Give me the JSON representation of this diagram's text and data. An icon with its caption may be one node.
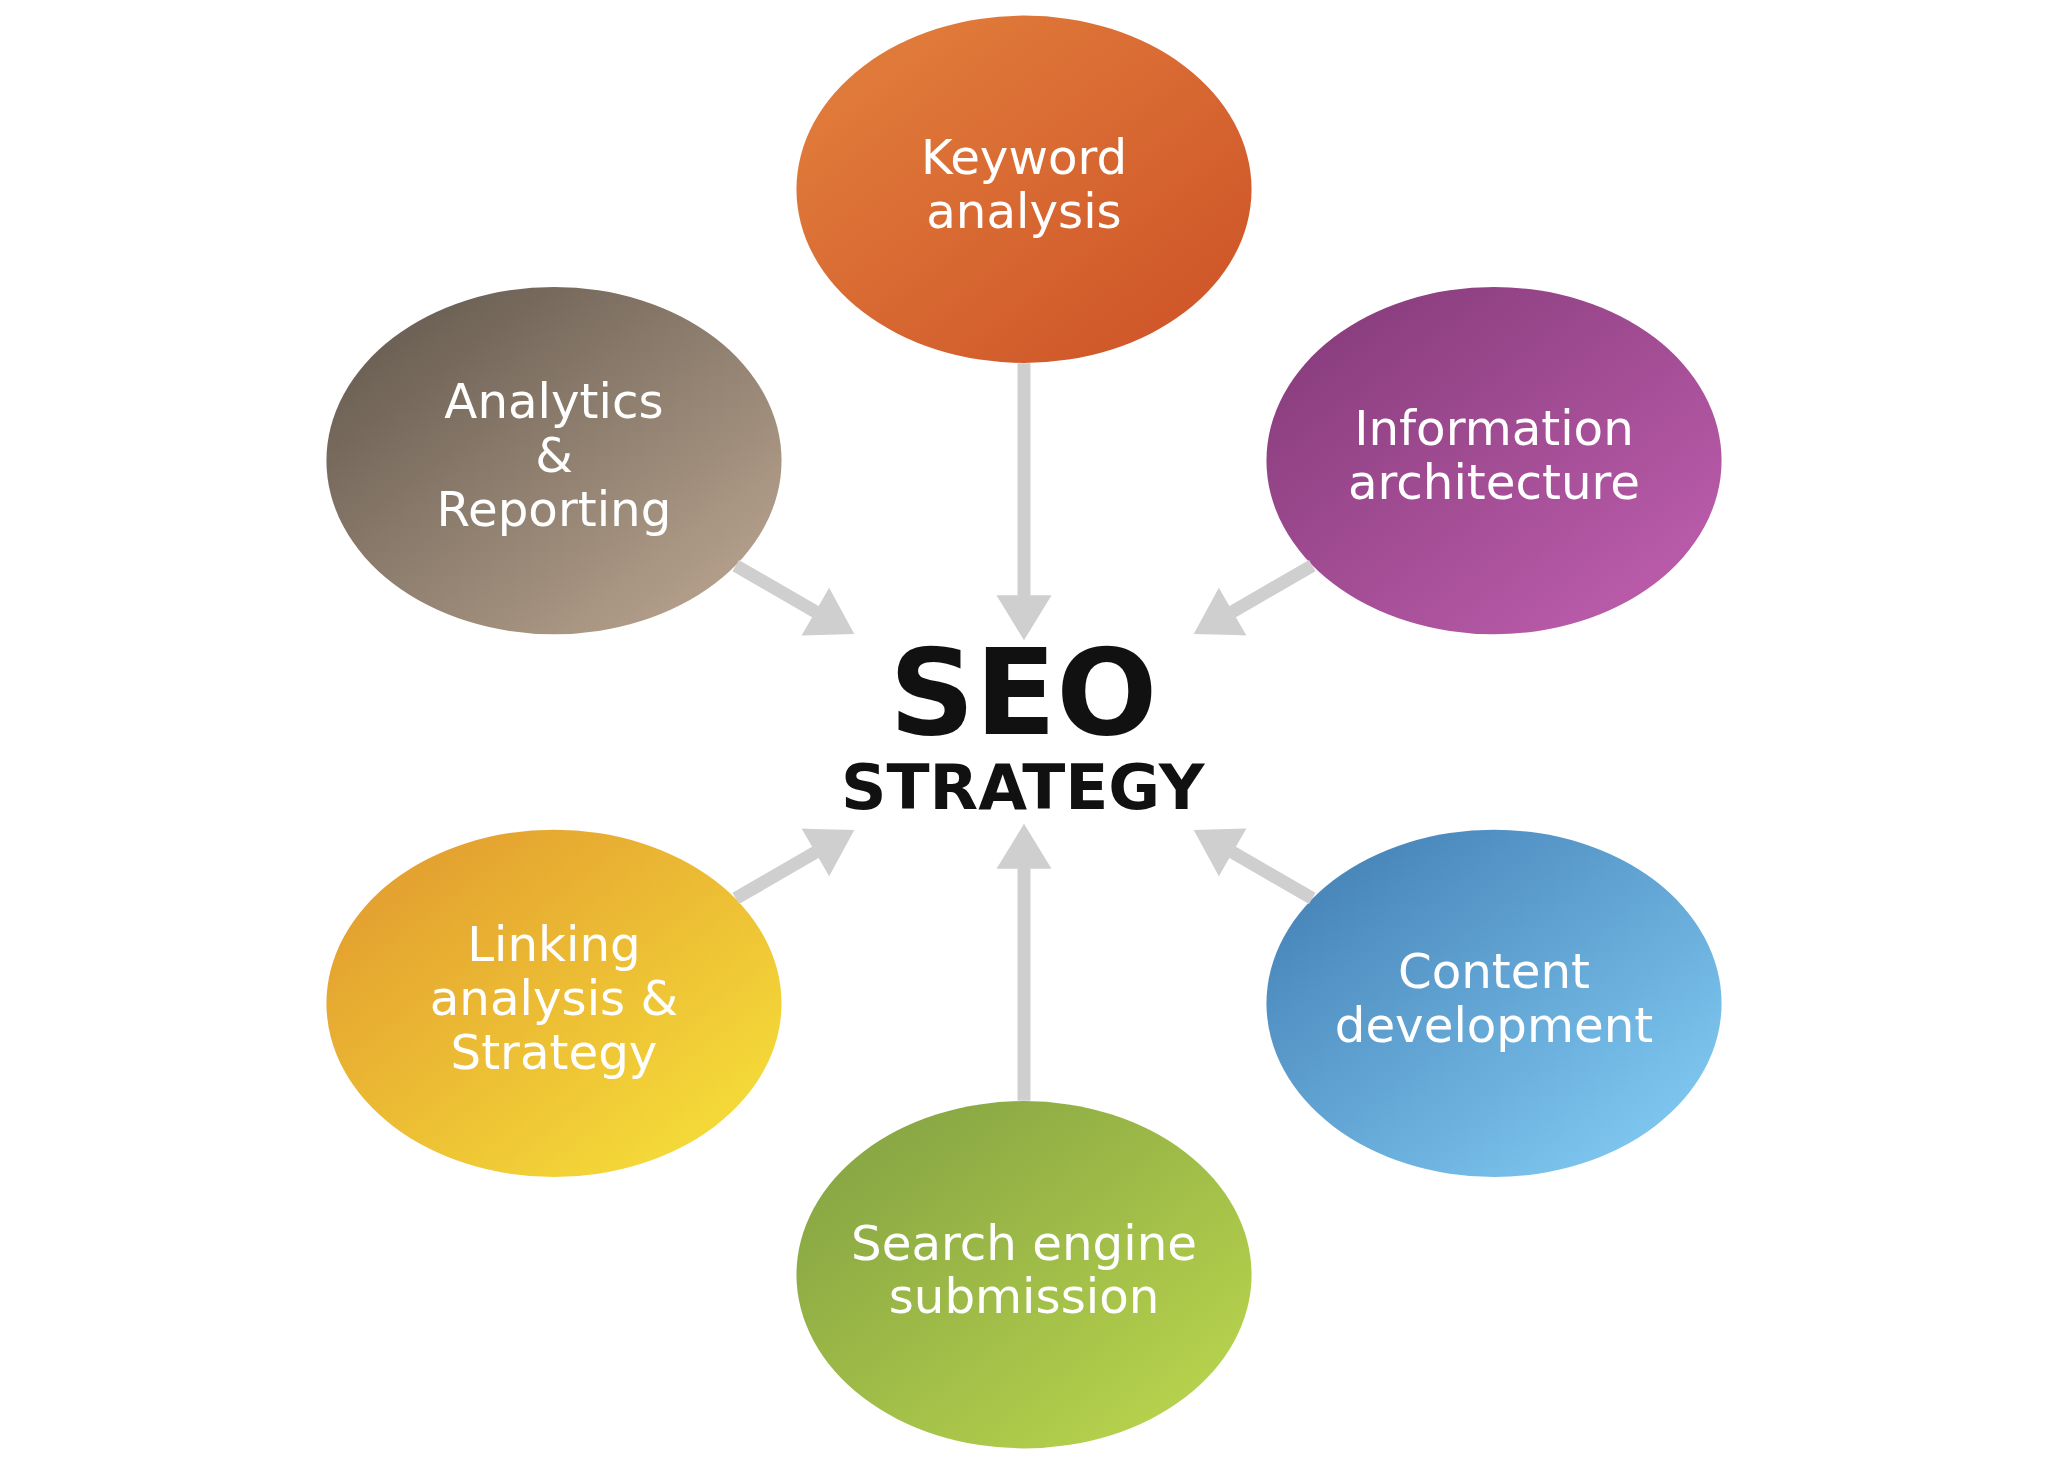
{
  "diagram": {
    "nodes": [
      {
        "text": [
          "Keyword analysis"
        ]
      },
      {
        "text": [
          "Analytics & Reporting"
        ]
      },
      {
        "text": [
          "Information architecture"
        ]
      },
      {
        "text": [
          "SEO",
          "STRATEGY"
        ]
      },
      {
        "text": [
          "Linking analysis & Strategy"
        ]
      },
      {
        "text": [
          "Content development"
        ]
      },
      {
        "text": [
          "Search engine submission"
        ]
      }
    ],
    "edges": [
      {
        "from": 0,
        "to": 3,
        "arrow": "to"
      },
      {
        "from": 2,
        "to": 3,
        "arrow": "to"
      },
      {
        "from": 5,
        "to": 3,
        "arrow": "to"
      },
      {
        "from": 6,
        "to": 3,
        "arrow": "to"
      },
      {
        "from": 4,
        "to": 3,
        "arrow": "to"
      },
      {
        "from": 1,
        "to": 3,
        "arrow": "to"
      }
    ]
  }
}
